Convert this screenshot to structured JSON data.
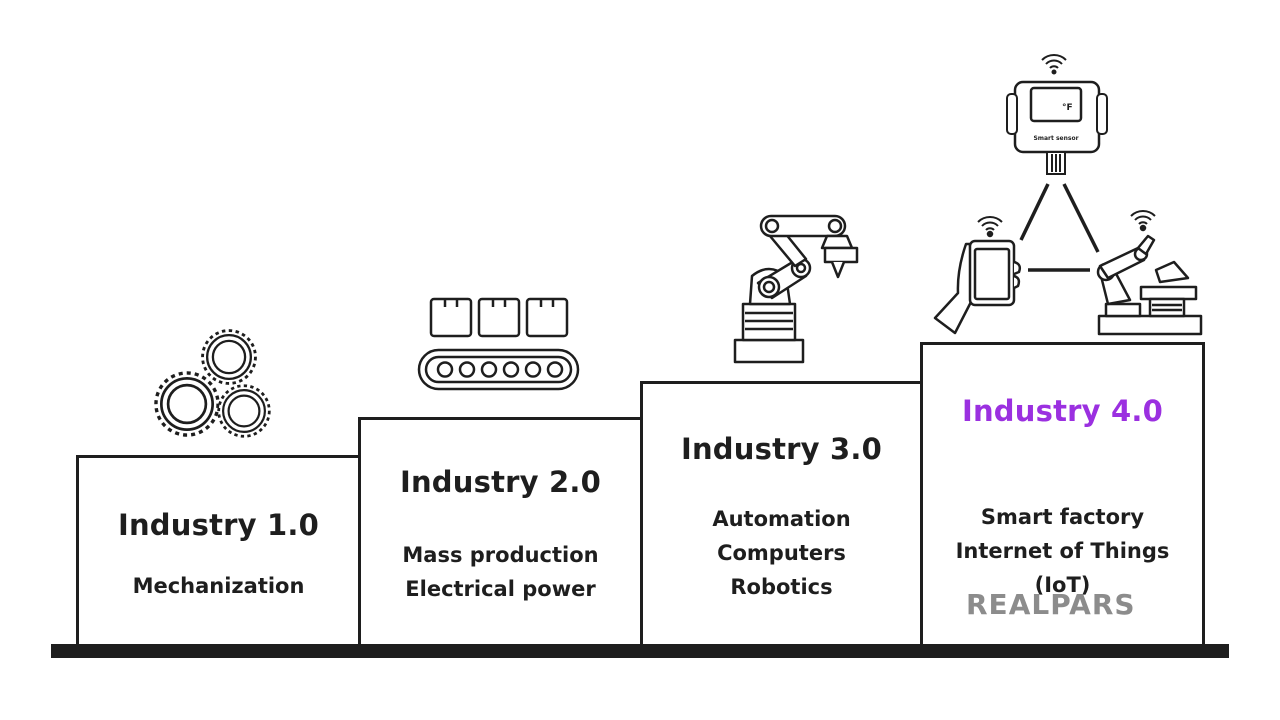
{
  "steps": [
    {
      "title": "Industry 1.0",
      "lines": [
        "Mechanization"
      ]
    },
    {
      "title": "Industry 2.0",
      "lines": [
        "Mass production",
        "Electrical power"
      ]
    },
    {
      "title": "Industry 3.0",
      "lines": [
        "Automation",
        "Computers",
        "Robotics"
      ]
    },
    {
      "title": "Industry 4.0",
      "lines": [
        "Smart factory",
        "Internet of Things",
        "(IoT)"
      ]
    }
  ],
  "colors": {
    "ink": "#1e1e1e",
    "highlight": "#9b30e0",
    "logo": "#8c8c8c"
  },
  "sensor": {
    "unit": "°F",
    "label": "Smart sensor"
  },
  "logo": "REALPARS",
  "icons": [
    "gears-icon",
    "conveyor-belt-icon",
    "robot-arm-icon",
    "smart-sensor-icon",
    "smartphone-hand-icon",
    "smart-robot-arm-icon",
    "wifi-icon"
  ]
}
